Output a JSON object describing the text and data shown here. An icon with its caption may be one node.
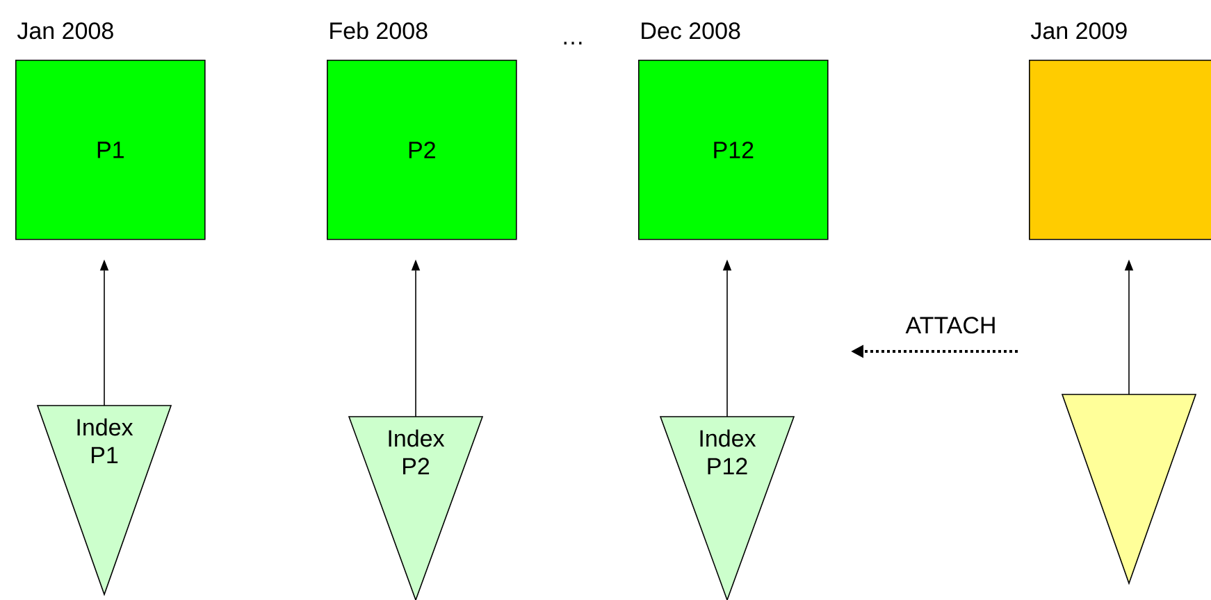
{
  "diagram": {
    "nodes": [
      {
        "text": [
          "Jan 2008",
          "P1"
        ]
      },
      {
        "text": [
          "Feb 2008",
          "P2"
        ]
      },
      {
        "text": [
          "Dec 2008",
          "P12"
        ]
      },
      {
        "text": [
          "Jan 2009"
        ]
      },
      {
        "text": [
          "Index P1"
        ]
      },
      {
        "text": [
          "Index P2"
        ]
      },
      {
        "text": [
          "Index P12"
        ]
      },
      {
        "text": [],
        "shape": "triangle"
      }
    ],
    "edges": [
      {
        "from": 4,
        "to": 0,
        "arrow": "to"
      },
      {
        "from": 5,
        "to": 1,
        "arrow": "to"
      },
      {
        "from": 6,
        "to": 2,
        "arrow": "to"
      },
      {
        "from": 7,
        "to": 3,
        "arrow": "to"
      }
    ],
    "labels": [
      "…",
      "ATTACH"
    ]
  }
}
